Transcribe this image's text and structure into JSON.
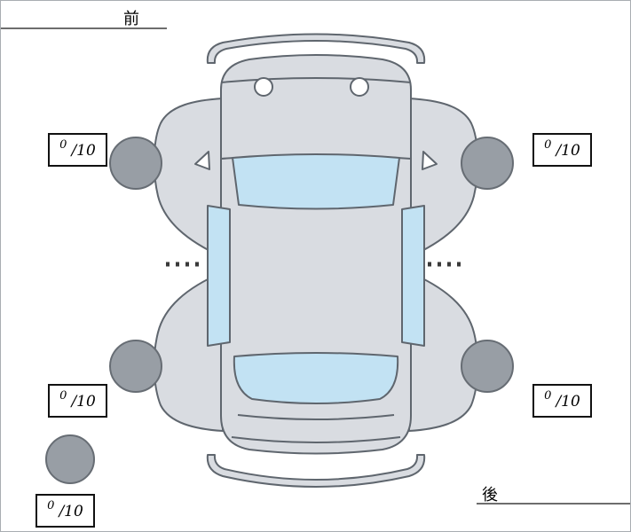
{
  "labels": {
    "front": "前",
    "rear": "後"
  },
  "tire_scores": {
    "front_left": {
      "value": "0",
      "denominator": "/10"
    },
    "front_right": {
      "value": "0",
      "denominator": "/10"
    },
    "rear_left": {
      "value": "0",
      "denominator": "/10"
    },
    "rear_right": {
      "value": "0",
      "denominator": "/10"
    },
    "spare": {
      "value": "0",
      "denominator": "/10"
    }
  },
  "colors": {
    "background": "#ffffff",
    "body_fill": "#d9dce1",
    "body_outline": "#5f666e",
    "glass_fill": "#c2e2f3",
    "tire_fill": "#989ea5",
    "tire_outline": "#676d74",
    "line": "#6d6d6d",
    "box_border": "#111111",
    "text": "#000000"
  }
}
